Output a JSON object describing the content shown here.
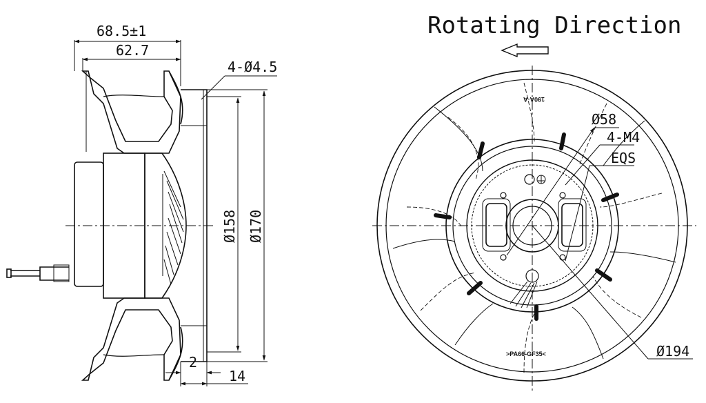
{
  "side_view": {
    "dim_overall_length": "68.5±1",
    "dim_body_length": "62.7",
    "dim_holes": "4-Ø4.5",
    "dim_inner_dia": "Ø158",
    "dim_outer_dia": "Ø170",
    "dim_flange_thickness": "2",
    "dim_flange_depth": "14"
  },
  "front_view": {
    "title": "Rotating Direction",
    "dim_hub_dia": "Ø58",
    "dim_threads": "4-M4",
    "dim_eqs": "EQS",
    "dim_impeller_dia": "Ø194",
    "part_code": "190A-A",
    "material_mark": ">PA66-GF35<"
  },
  "colors": {
    "line": "#111111",
    "center_line": "#333333",
    "hatch": "#444444"
  }
}
